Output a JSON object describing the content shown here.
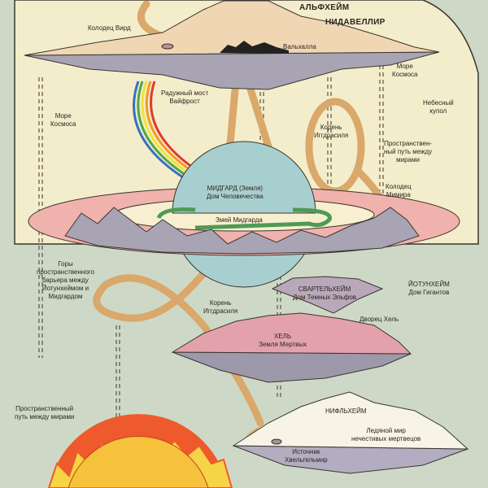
{
  "title": "Yggdrasil cosmology diagram",
  "labels": {
    "alfheim": "АЛЬФХЕЙМ",
    "nidavellir": "НИДАВЕЛЛИР",
    "well_urd": "Колодец Вирд",
    "valhalla": "Вальхалла",
    "sea_cosmos_right": "Море\nКосмоса",
    "sea_cosmos_left": "Море\nКосмоса",
    "bifrost": "Радужный мост\nВайфрост",
    "sky_dome": "Небесный\nкупол",
    "root_upper": "Корень\nИггдрасиля",
    "path_right": "Пространствен-\nный путь между\nмирами",
    "midgard": "МИДГАРД (Земля)\nДом Человечества",
    "well_mimir": "Колодец\nМимира",
    "midgard_serpent": "Змей Мидгарда",
    "barrier_mountains": "Горы\nпространственного\nбарьера между\nЙотунхеймом и\nМидгардом",
    "jotunheim": "ЙОТУНХЕЙМ\nДом Гигантов",
    "svartalfheim": "СВАРТЕЛЬХЕЙМ\nДом Темных Эльфов",
    "root_lower": "Корень\nИггдрасиля",
    "hel_palace": "Дворец Хель",
    "hel": "ХЕЛЬ\nЗемля Мертвых",
    "path_left": "Пространственный\nпуть между мирами",
    "niflheim": "НИФЛЬХЕЙМ",
    "ice_world": "Ледяной мир\nнечестивых мертвецов",
    "hvergelmir": "Источник\nХвельгельмир"
  },
  "colors": {
    "sky": "#f4edcb",
    "space": "#cdd9c6",
    "disk": "#f0b2ad",
    "globe": "#a8cfcf",
    "rock": "#a9a4b3",
    "alfheim": "#f1d6b4",
    "hel": "#e3a2ab",
    "ice": "#f7f3e6",
    "root": "#d9a86a",
    "serpent": "#4f9a55",
    "sun": "#f6c23c",
    "flame": "#ee5a2c"
  }
}
